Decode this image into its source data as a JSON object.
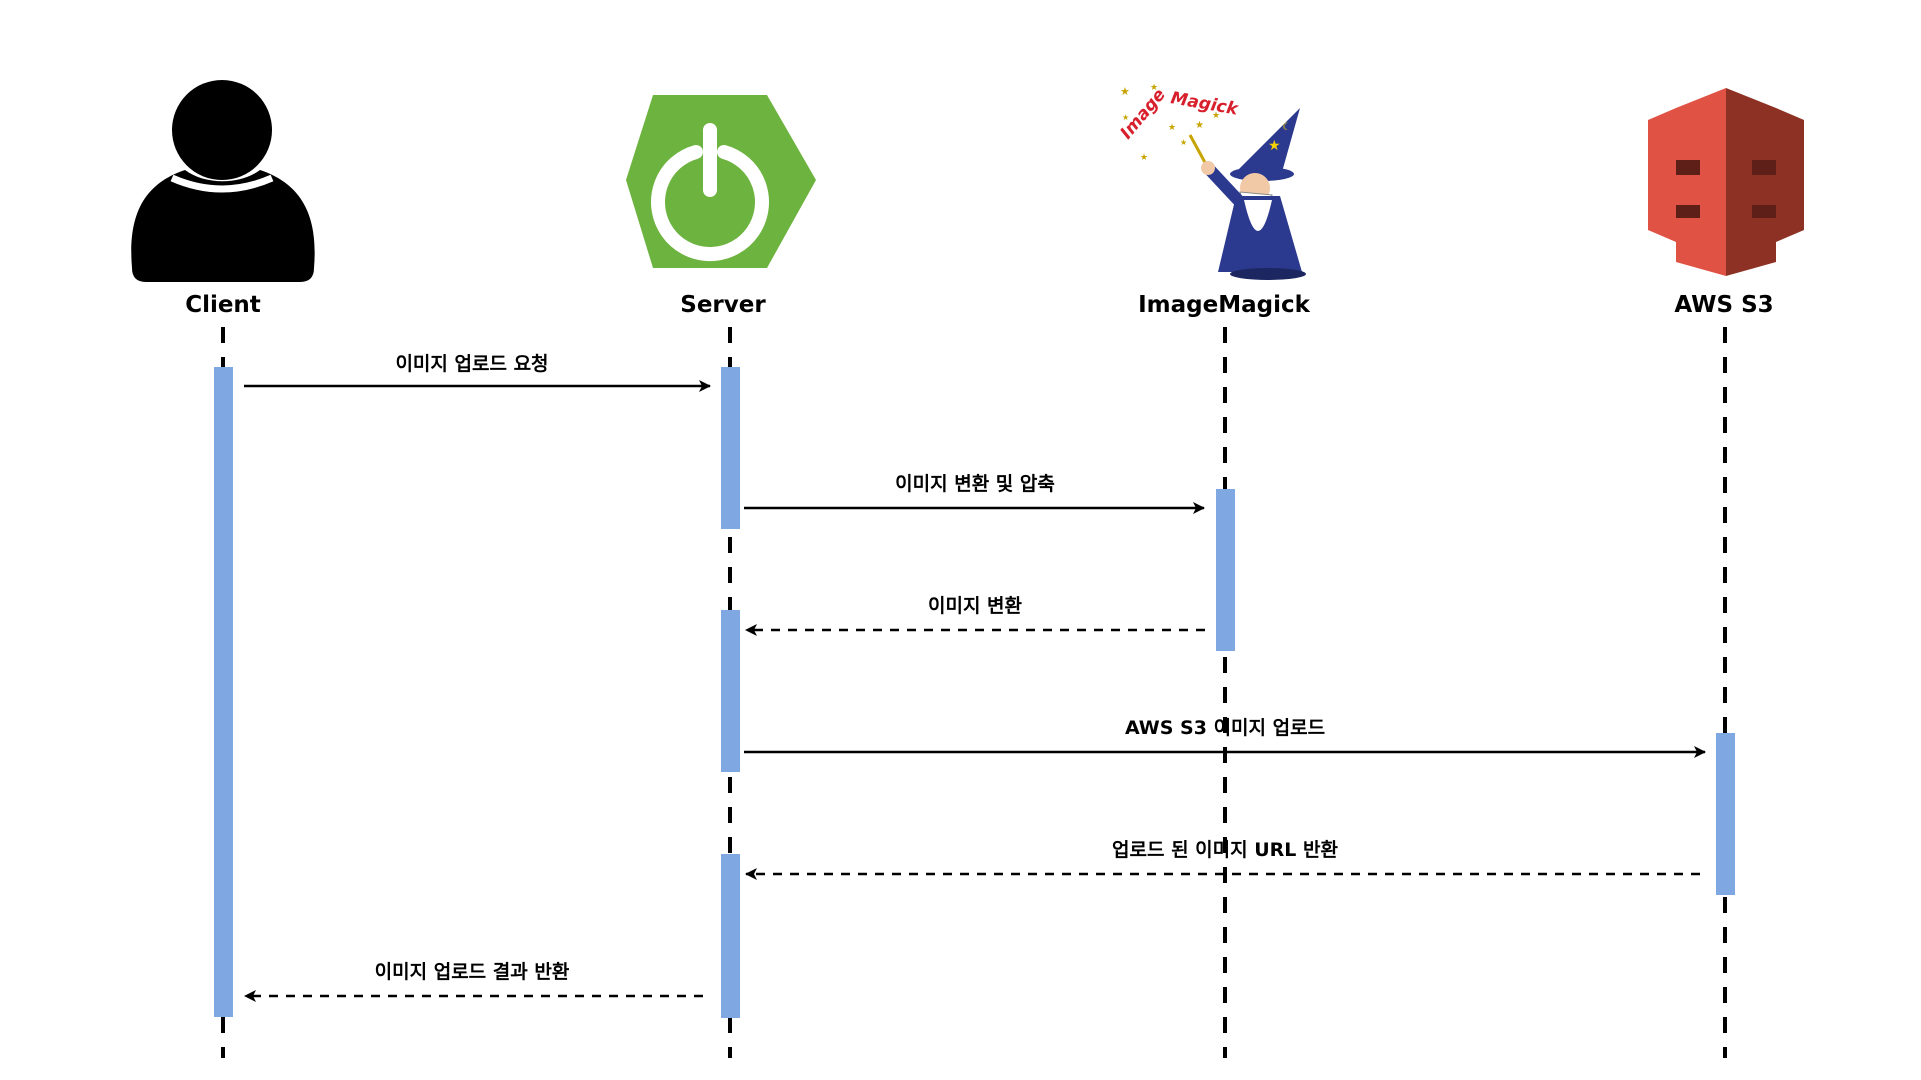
{
  "participants": {
    "client": {
      "label": "Client",
      "icon": "user-silhouette-icon"
    },
    "server": {
      "label": "Server",
      "icon": "spring-boot-power-icon",
      "color": "#6db33f"
    },
    "imagemagick": {
      "label": "ImageMagick",
      "icon": "imagemagick-wizard-logo",
      "logo_text": "Image Magick"
    },
    "s3": {
      "label": "AWS S3",
      "icon": "aws-s3-bucket-icon",
      "color": "#e05243",
      "dark_color": "#8c3123"
    }
  },
  "messages": [
    {
      "label": "이미지 업로드 요청",
      "from": "client",
      "to": "server",
      "style": "solid"
    },
    {
      "label": "이미지 변환 및 압축",
      "from": "server",
      "to": "imagemagick",
      "style": "solid"
    },
    {
      "label": "이미지 변환",
      "from": "imagemagick",
      "to": "server",
      "style": "dashed"
    },
    {
      "label": "AWS S3 이미지 업로드",
      "from": "server",
      "to": "s3",
      "style": "solid"
    },
    {
      "label": "업로드 된 이미지 URL 반환",
      "from": "s3",
      "to": "server",
      "style": "dashed"
    },
    {
      "label": "이미지 업로드 결과 반환",
      "from": "server",
      "to": "client",
      "style": "dashed"
    }
  ],
  "colors": {
    "activation": "#7fa7e2",
    "line": "#000000"
  }
}
